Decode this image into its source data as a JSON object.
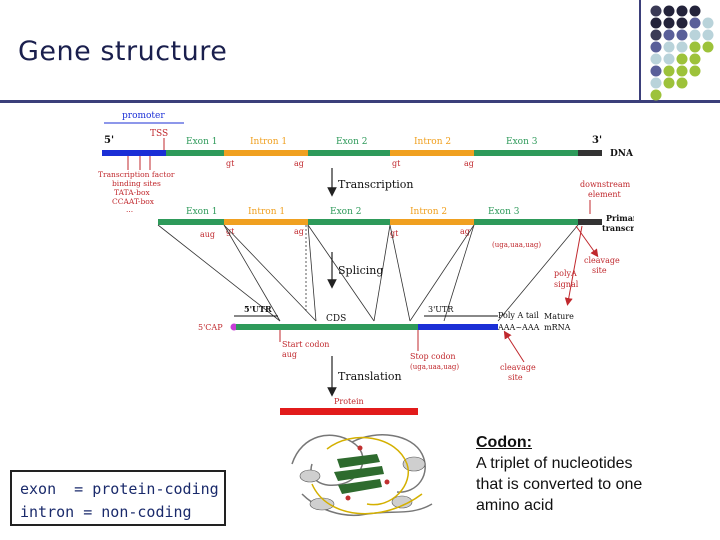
{
  "slide": {
    "title": "Gene structure"
  },
  "diagram": {
    "promoter": "promoter",
    "five_prime": "5'",
    "three_prime": "3'",
    "tss": "TSS",
    "dna": "DNA",
    "exon1": "Exon 1",
    "intron1": "Intron 1",
    "exon2": "Exon 2",
    "intron2": "Intron 2",
    "exon3": "Exon 3",
    "gt": "gt",
    "ag": "ag",
    "aug": "aug",
    "stop_codons": "(uga,uaa,uag)",
    "tf_line1": "Transcription factor",
    "tf_line2": "binding sites",
    "tf_line3": "TATA-box",
    "tf_line4": "CCAAT-box",
    "tf_line5": "...",
    "transcription": "Transcription",
    "downstream1": "downstream",
    "downstream2": "element",
    "primary1": "Primary",
    "primary2": "transcript",
    "splicing": "Splicing",
    "cleavage1": "cleavage",
    "cleavage2": "site",
    "polya1": "polyA",
    "polya2": "signal",
    "utr5": "5'UTR",
    "cds": "CDS",
    "utr3": "3'UTR",
    "polya_tail": "Poly A tail",
    "polya_seq": "AAA~AAA",
    "mature1": "Mature",
    "mature2": "mRNA",
    "cap": "5'CAP",
    "start_codon1": "Start codon",
    "start_codon2": "aug",
    "stop_codon": "Stop codon",
    "translation": "Translation",
    "protein": "Protein"
  },
  "notes": {
    "line1": "exon  = protein-coding",
    "line2": "intron = non-coding"
  },
  "codon": {
    "heading": "Codon:",
    "line1": "A triplet of nucleotides",
    "line2": "that is converted to one",
    "line3": "amino acid"
  },
  "colors": {
    "exon": "#2e9a5a",
    "intron": "#f0a020",
    "promoter": "#1b2fd6",
    "downstream": "#333333",
    "protein": "#e21b1b",
    "label_red": "#c0282d",
    "cap": "#c63fd6",
    "title": "#1a1f4d"
  }
}
